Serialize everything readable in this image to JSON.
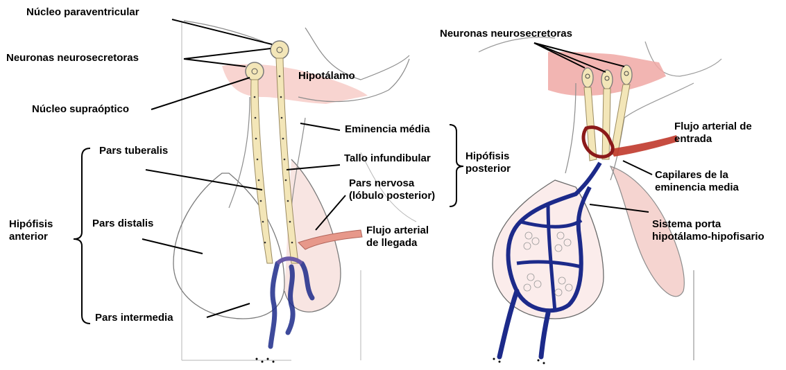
{
  "colors": {
    "hypothalamus_pink": "#f6c9c4",
    "neuron_cream": "#f3e6b8",
    "venous_blue": "#1c2a8a",
    "arterial_red": "#c0392b",
    "artery_pink": "#e7988a",
    "outline": "#8c8c8c",
    "label_line": "#000000"
  },
  "left_diagram": {
    "labels": {
      "nucleo_paraventricular": "Núcleo paraventricular",
      "neuronas_neurosecretoras": "Neuronas neurosecretoras",
      "hipotalamo": "Hipotálamo",
      "nucleo_supraoptico": "Núcleo supraóptico",
      "eminencia_media": "Eminencia média",
      "tallo_infundibular": "Tallo infundibular",
      "hipofisis_posterior": "Hipófisis\nposterior",
      "pars_tuberalis": "Pars tuberalis",
      "pars_nervosa": "Pars nervosa\n(lóbulo posterior)",
      "hipofisis_anterior": "Hipófisis\nanterior",
      "pars_distalis": "Pars distalis",
      "flujo_arterial_llegada": "Flujo arterial\nde llegada",
      "pars_intermedia": "Pars intermedia"
    }
  },
  "right_diagram": {
    "labels": {
      "neuronas_neurosecretoras": "Neuronas neurosecretoras",
      "flujo_arterial_entrada": "Flujo arterial de\nentrada",
      "capilares_eminencia": "Capilares de la\neminencia media",
      "sistema_porta": "Sistema porta\nhipotálamo-hipofisario"
    }
  }
}
